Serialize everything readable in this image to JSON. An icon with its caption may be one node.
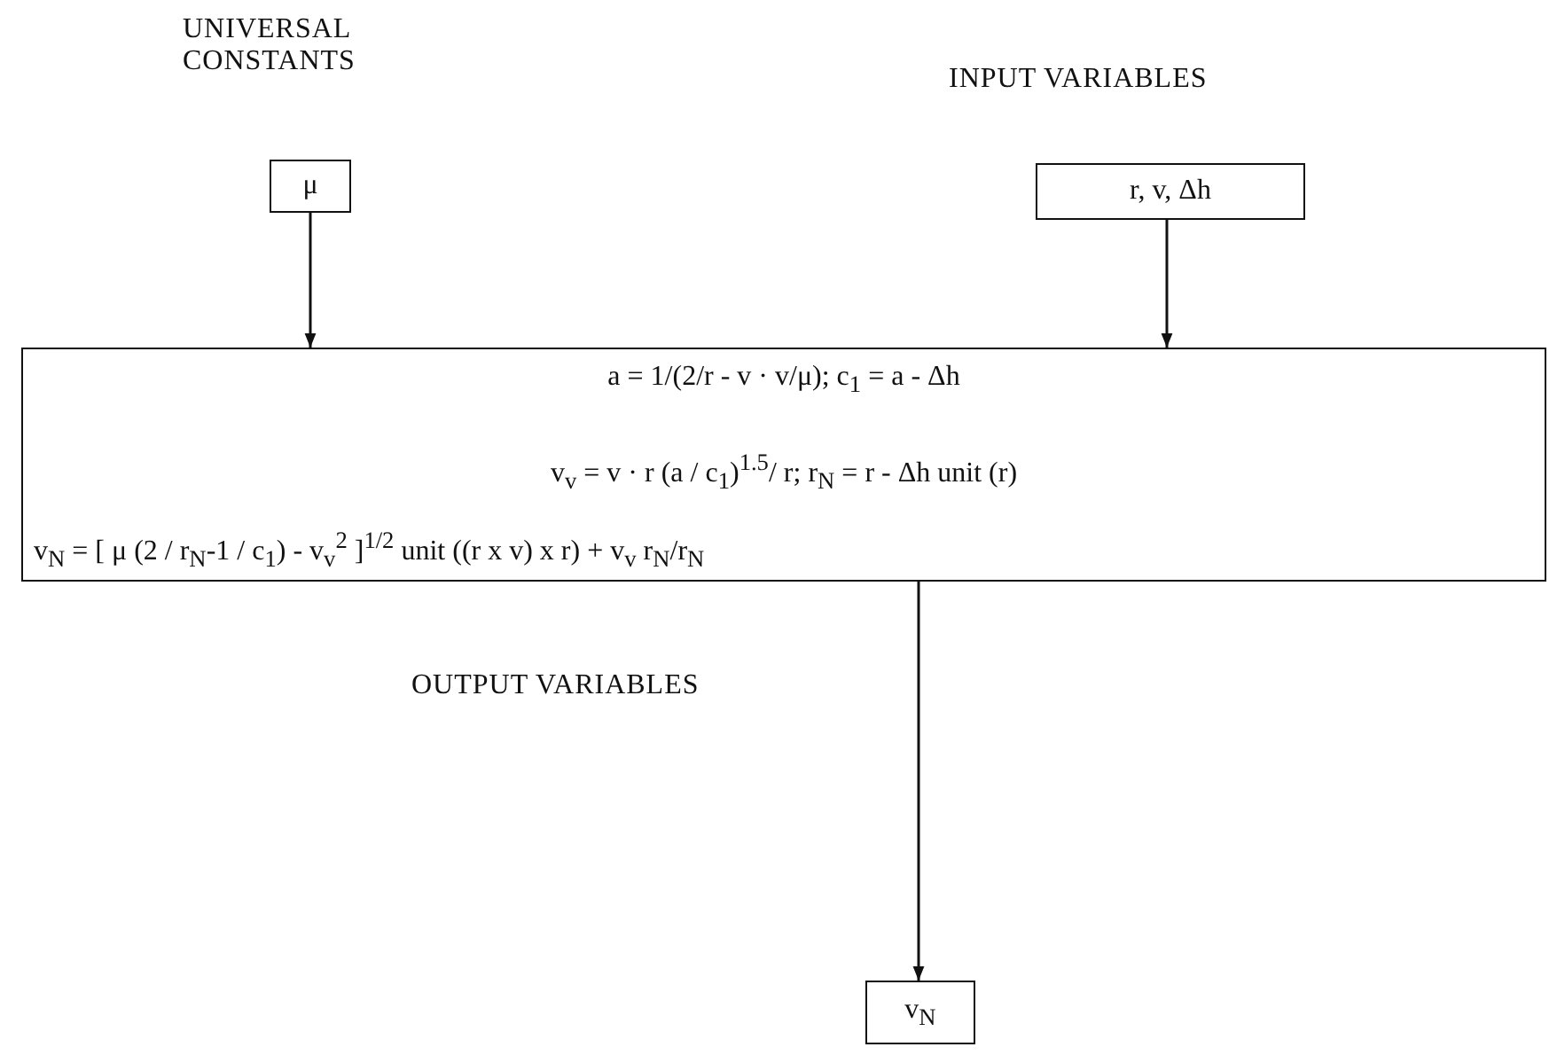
{
  "diagram": {
    "nodes": [
      {
        "text": [
          "μ"
        ]
      },
      {
        "text": [
          "r, v, Δh"
        ]
      },
      {
        "text": [
          "a = 1/(2/r - v · v/μ); c$_{1}$ = a - Δh",
          "v$_{v}$ = v · r (a / c$_{1}$)$^{1.5}$/ r; r$_{N}$ = r - Δh unit (r)",
          "v$_{N}$ = [ μ (2 / r$_{N}$-1 / c$_{1}$) - v$_{v}$$^{2}$ ]$^{1/2}$ unit ((r x v) x r) + v$_{v}$ r$_{N}$/r$_{N}$"
        ]
      },
      {
        "text": [
          "v$_{N}$"
        ]
      }
    ],
    "edges": [
      {
        "from": 0,
        "to": 2,
        "arrow": "to"
      },
      {
        "from": 1,
        "to": 2,
        "arrow": "to"
      },
      {
        "from": 2,
        "to": 3,
        "arrow": "to"
      }
    ],
    "labels": [
      "UNIVERSAL CONSTANTS",
      "INPUT VARIABLES",
      "OUTPUT VARIABLES"
    ]
  }
}
